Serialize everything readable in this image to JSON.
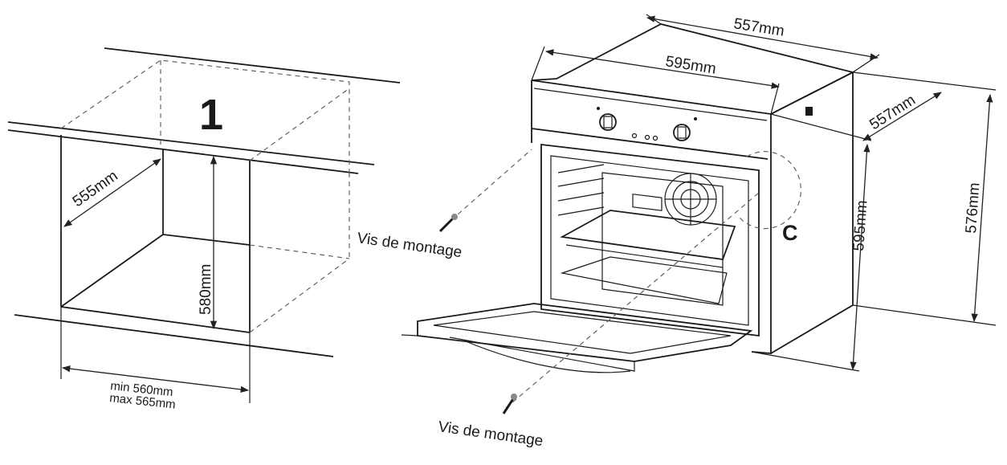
{
  "cabinet": {
    "figure_number": "1",
    "depth": "555mm",
    "height": "580mm",
    "width_min": "min 560mm",
    "width_max": "max 565mm"
  },
  "oven": {
    "depth_top": "557mm",
    "width_front": "595mm",
    "depth_side": "557mm",
    "height_front": "595mm",
    "height_back": "576mm",
    "detail_label": "C",
    "screw_label_1": "Vis de montage",
    "screw_label_2": "Vis de montage"
  }
}
